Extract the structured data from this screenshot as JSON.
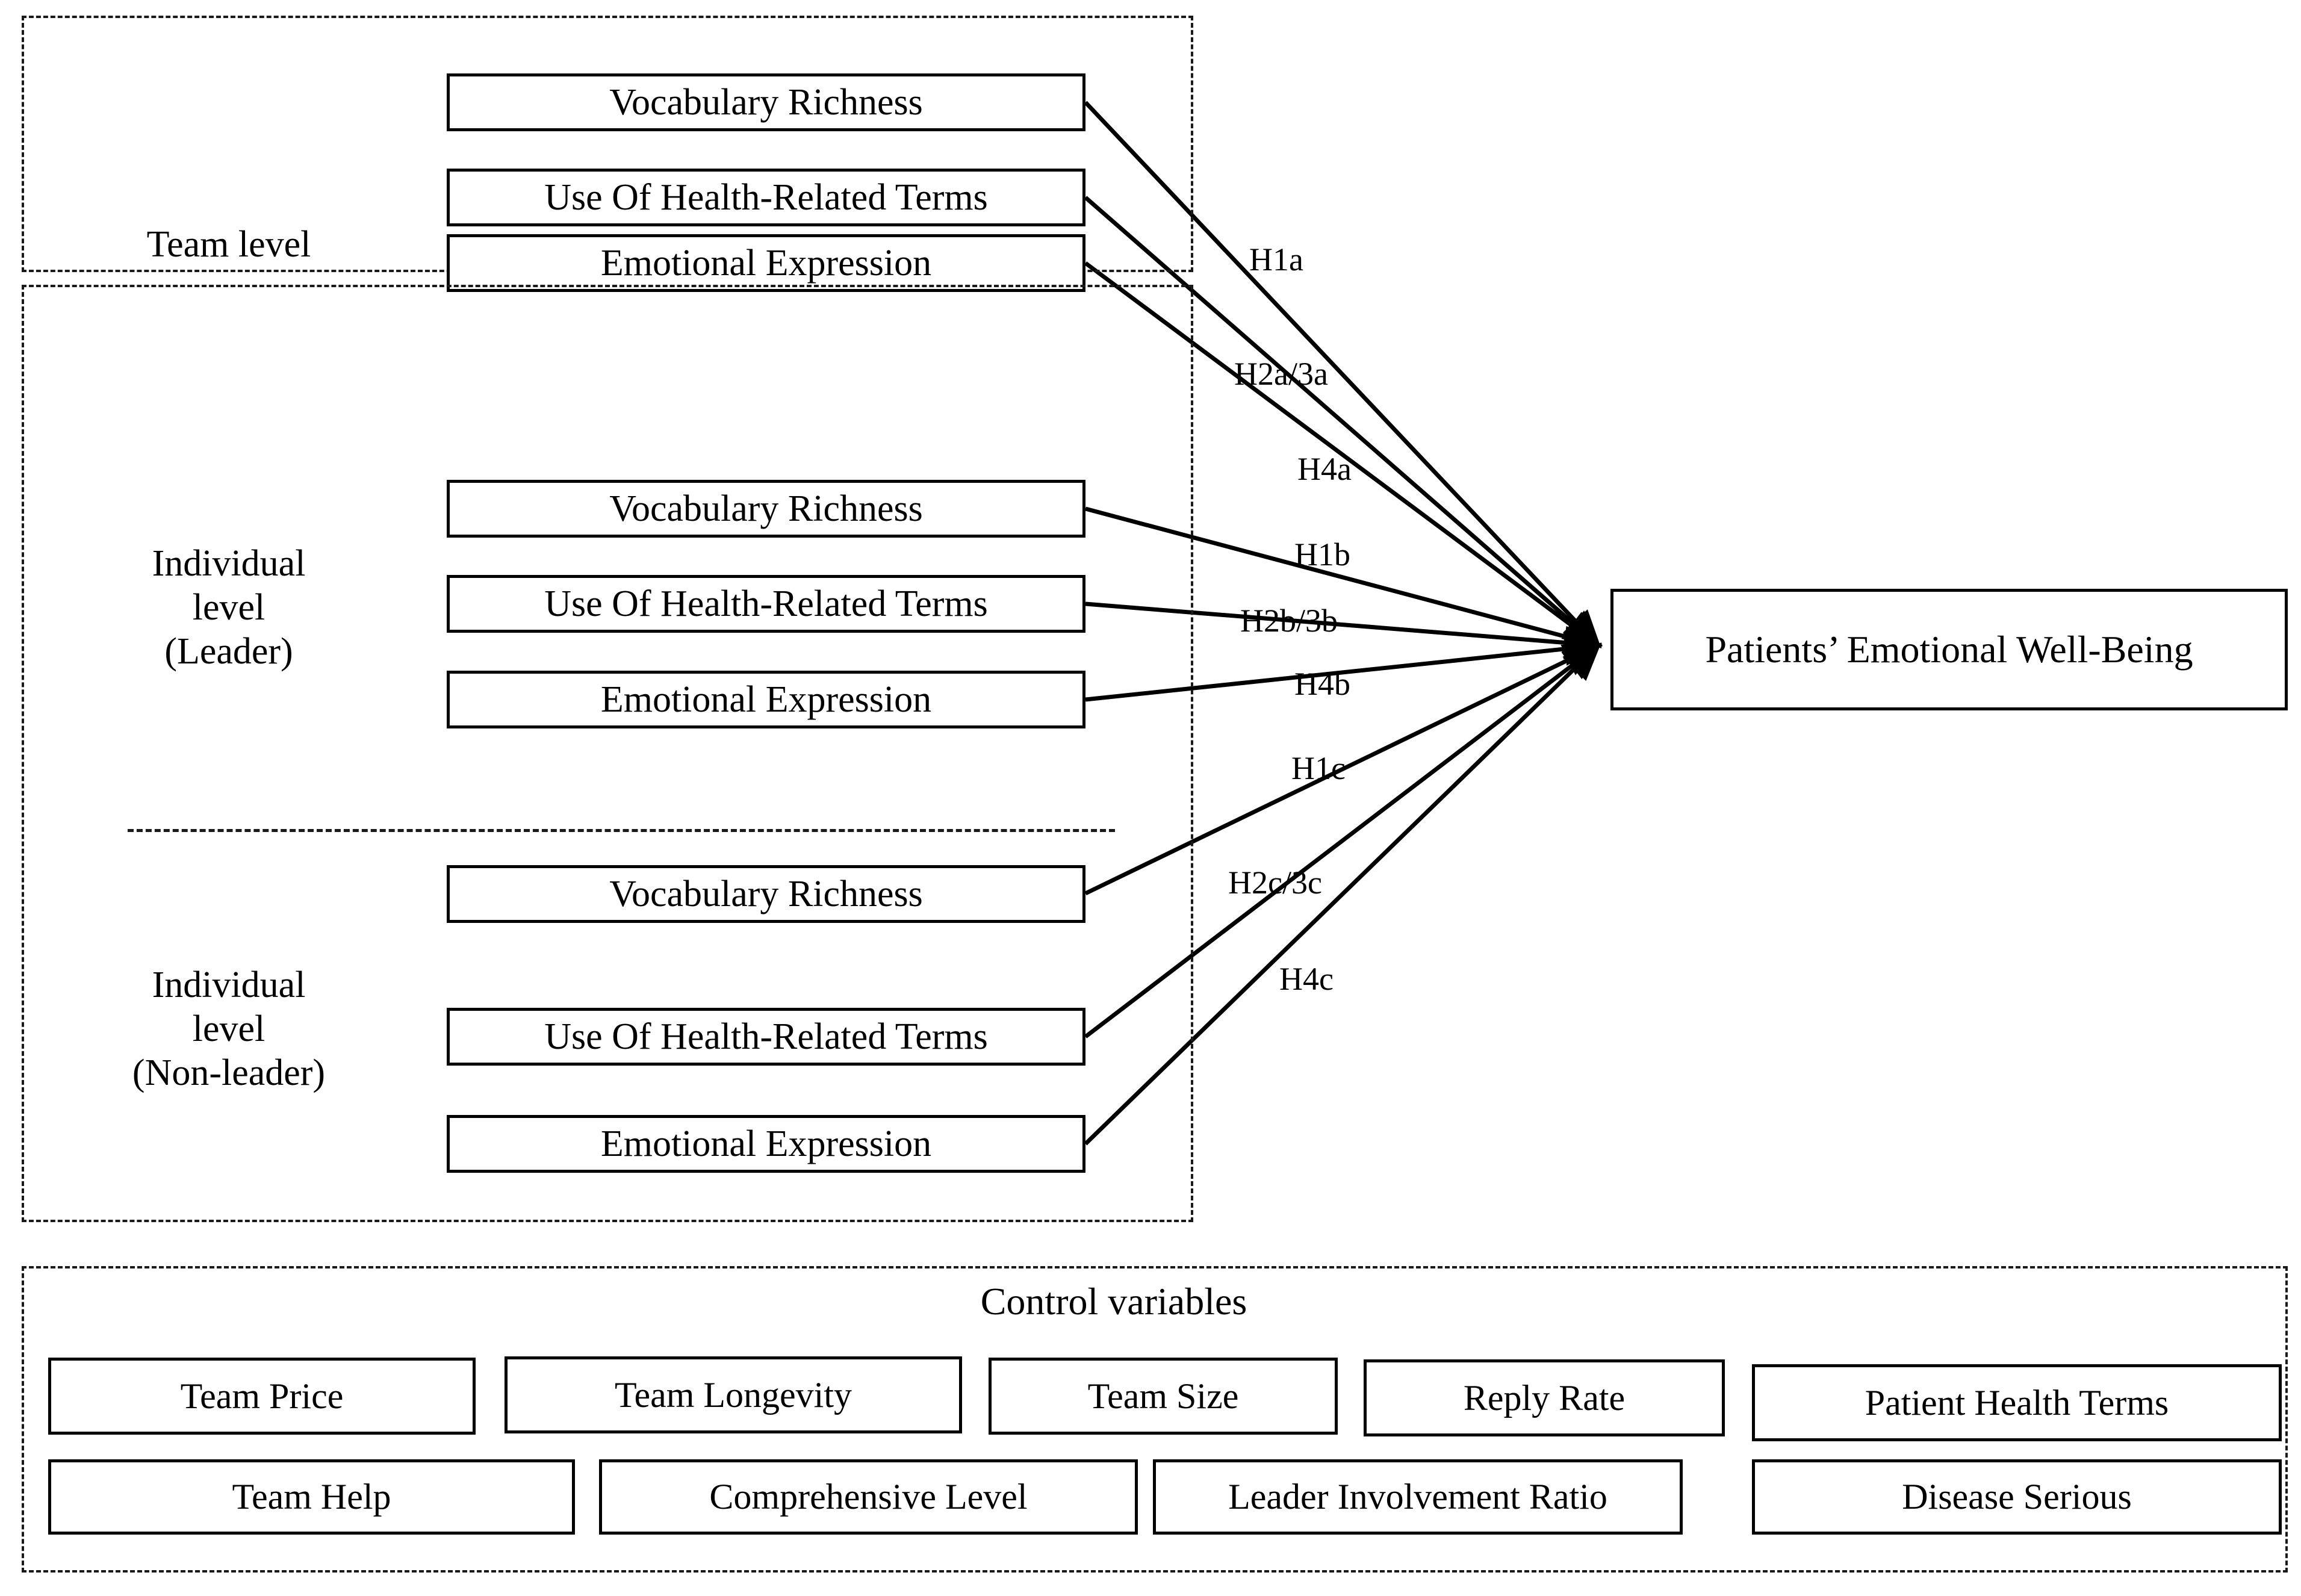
{
  "diagram": {
    "title": "Research model of linguistic style and patients' emotional well-being",
    "outcome": {
      "label": "Patients’ Emotional Well-Being"
    },
    "groups": [
      {
        "id": "team-level",
        "level_label": "Team level",
        "boxes": [
          {
            "id": "team-vocabulary-richness",
            "label": "Vocabulary Richness"
          },
          {
            "id": "team-health-terms",
            "label": "Use Of Health-Related Terms"
          },
          {
            "id": "team-emotional-expression",
            "label": "Emotional Expression"
          }
        ]
      },
      {
        "id": "individual-leader",
        "level_label": "Individual\nlevel\n(Leader)",
        "boxes": [
          {
            "id": "leader-vocabulary-richness",
            "label": "Vocabulary Richness"
          },
          {
            "id": "leader-health-terms",
            "label": "Use Of Health-Related Terms"
          },
          {
            "id": "leader-emotional-expression",
            "label": "Emotional Expression"
          }
        ]
      },
      {
        "id": "individual-non-leader",
        "level_label": "Individual\nlevel\n(Non-leader)",
        "boxes": [
          {
            "id": "nonleader-vocabulary-richness",
            "label": "Vocabulary Richness"
          },
          {
            "id": "nonleader-health-terms",
            "label": "Use Of Health-Related Terms"
          },
          {
            "id": "nonleader-emotional-expression",
            "label": "Emotional Expression"
          }
        ]
      }
    ],
    "hypotheses": [
      {
        "id": "h1a",
        "label": "H1a",
        "from": "team-vocabulary-richness"
      },
      {
        "id": "h2a3a",
        "label": "H2a/3a",
        "from": "team-health-terms"
      },
      {
        "id": "h4a",
        "label": "H4a",
        "from": "team-emotional-expression"
      },
      {
        "id": "h1b",
        "label": "H1b",
        "from": "leader-vocabulary-richness"
      },
      {
        "id": "h2b3b",
        "label": "H2b/3b",
        "from": "leader-health-terms"
      },
      {
        "id": "h4b",
        "label": "H4b",
        "from": "leader-emotional-expression"
      },
      {
        "id": "h1c",
        "label": "H1c",
        "from": "nonleader-vocabulary-richness"
      },
      {
        "id": "h2c3c",
        "label": "H2c/3c",
        "from": "nonleader-health-terms"
      },
      {
        "id": "h4c",
        "label": "H4c",
        "from": "nonleader-emotional-expression"
      }
    ],
    "controls": {
      "title": "Control variables",
      "row1": [
        {
          "id": "team-price",
          "label": "Team Price"
        },
        {
          "id": "team-longevity",
          "label": "Team Longevity"
        },
        {
          "id": "team-size",
          "label": "Team Size"
        },
        {
          "id": "reply-rate",
          "label": "Reply Rate"
        },
        {
          "id": "patient-health-terms",
          "label": "Patient Health Terms"
        }
      ],
      "row2": [
        {
          "id": "team-help",
          "label": "Team Help"
        },
        {
          "id": "comprehensive-level",
          "label": "Comprehensive Level"
        },
        {
          "id": "leader-involvement-ratio",
          "label": "Leader Involvement Ratio"
        },
        {
          "id": "disease-serious",
          "label": "Disease Serious"
        }
      ]
    },
    "colors": {
      "stroke": "#000000",
      "dashed_border": "#1a1a1a",
      "background": "#ffffff"
    }
  }
}
